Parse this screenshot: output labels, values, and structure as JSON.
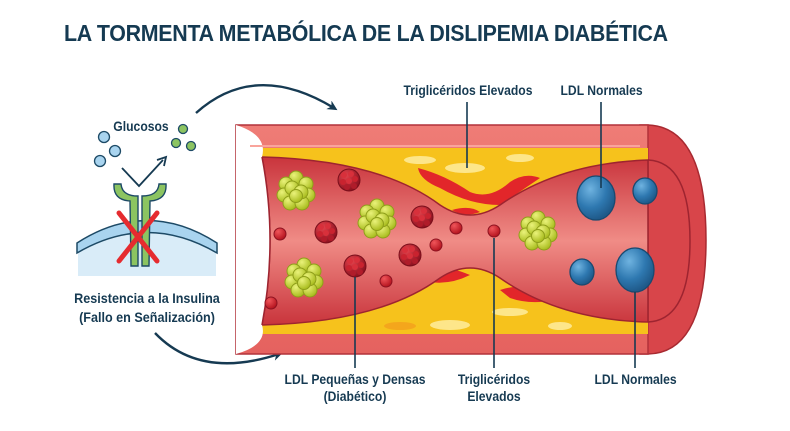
{
  "title": "LA TORMENTA METABÓLICA DE LA DISLIPEMIA DIABÉTICA",
  "left_panel": {
    "glucose_label": "Glucosos",
    "insulin_label_line1": "Resistencia a la Insulina",
    "insulin_label_line2": "(Fallo en Señalización)",
    "icons": [
      "glucose-molecule-icon",
      "insulin-receptor-icon",
      "cell-membrane-icon",
      "blocked-x-icon",
      "arrow-icon"
    ]
  },
  "labels": {
    "top_triglycerides": "Triglicéridos Elevados",
    "top_ldl_normal": "LDL Normales",
    "bottom_ldl_small_line1": "LDL Pequeñas y Densas",
    "bottom_ldl_small_line2": "(Diabético)",
    "bottom_triglycerides_line1": "Triglicéridos",
    "bottom_triglycerides_line2": "Elevados",
    "bottom_ldl_normal": "LDL Normales"
  },
  "colors": {
    "title": "#153a52",
    "text": "#163a52",
    "vessel_wall": "#e8706c",
    "vessel_inner": "#d9474b",
    "plaque": "#f6c21c",
    "plaque_red": "#e2262a",
    "triglyceride_cluster": "#c6d52c",
    "small_dense_ldl": "#b01c2a",
    "normal_ldl": "#2f79b0",
    "glucose_blue": "#a9d4ef",
    "glucose_green": "#8cc461",
    "receptor": "#8cc461",
    "membrane": "#a9d4ef",
    "block_x": "#e52b2f"
  }
}
